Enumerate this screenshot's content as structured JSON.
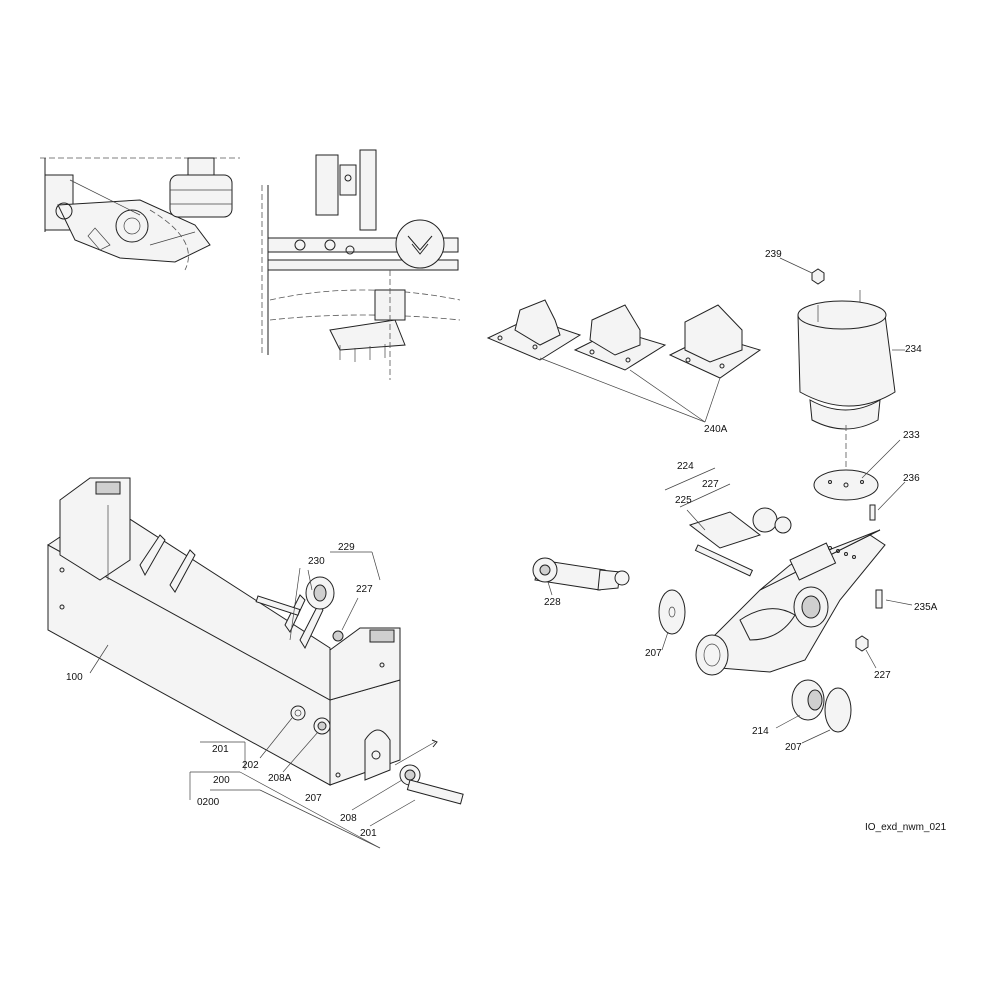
{
  "drawing_id": "IO_exd_nwm_021",
  "labels": {
    "l100": "100",
    "l201a": "201",
    "l200": "200",
    "l0200": "0200",
    "l202": "202",
    "l208A": "208A",
    "l207a": "207",
    "l208": "208",
    "l201b": "201",
    "l229": "229",
    "l230": "230",
    "l227a": "227",
    "l239": "239",
    "l234": "234",
    "l240A": "240A",
    "l233": "233",
    "l236": "236",
    "l224": "224",
    "l227b": "227",
    "l225": "225",
    "l228": "228",
    "l235A": "235A",
    "l207b": "207",
    "l227c": "227",
    "l214": "214",
    "l207c": "207"
  }
}
